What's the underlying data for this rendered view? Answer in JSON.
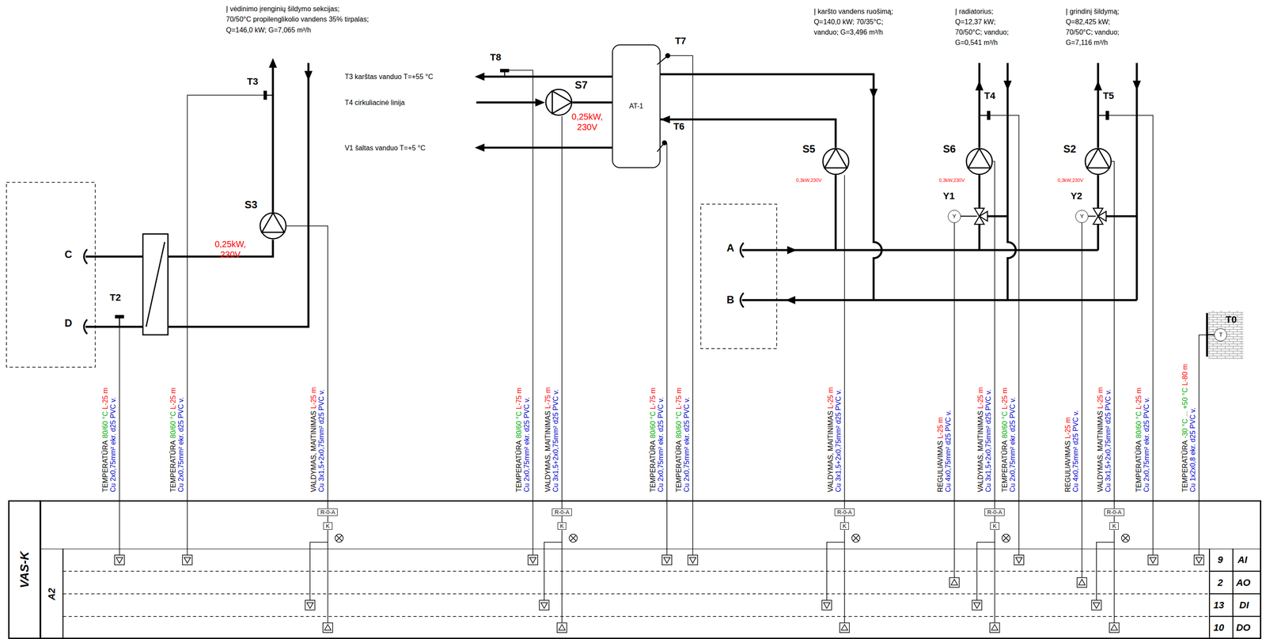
{
  "diagram": {
    "nodes": [
      {
        "text": [
          "AT-1"
        ]
      },
      {
        "text": [
          "S7",
          "0,25kW, 230V"
        ]
      },
      {
        "text": [
          "S3",
          "0,25kW, 230V"
        ]
      },
      {
        "text": [
          "S5",
          "0,3kW,230V"
        ]
      },
      {
        "text": [
          "S6",
          "0,3kW,230V"
        ]
      },
      {
        "text": [
          "S2",
          "0,3kW,230V"
        ]
      },
      {
        "text": [
          "Y1",
          "Y"
        ]
      },
      {
        "text": [
          "Y2",
          "Y"
        ]
      },
      {
        "text": [
          "T0",
          "T"
        ]
      },
      {
        "text": [
          "VAS-K"
        ]
      },
      {
        "text": [
          "R-0-A"
        ],
        "in": 9
      },
      {
        "text": [
          "K"
        ],
        "in": 9
      },
      {
        "text": [
          "R-0-A"
        ],
        "in": 9
      },
      {
        "text": [
          "K"
        ],
        "in": 9
      },
      {
        "text": [
          "R-0-A"
        ],
        "in": 9
      },
      {
        "text": [
          "K"
        ],
        "in": 9
      },
      {
        "text": [
          "R-0-A"
        ],
        "in": 9
      },
      {
        "text": [
          "K"
        ],
        "in": 9
      },
      {
        "text": [
          "R-0-A"
        ],
        "in": 9
      },
      {
        "text": [
          "K"
        ],
        "in": 9
      },
      {
        "text": [
          "A2"
        ],
        "in": 9
      }
    ],
    "edges": [
      {
        "from": 1,
        "to": 0,
        "arrow": "none"
      },
      {
        "from": 3,
        "to": 0,
        "arrow": "to"
      },
      {
        "from": 2,
        "to": 10,
        "arrow": "none"
      },
      {
        "from": 1,
        "to": 12,
        "arrow": "none"
      },
      {
        "from": 3,
        "to": 14,
        "arrow": "none"
      },
      {
        "from": 4,
        "to": 16,
        "arrow": "none"
      },
      {
        "from": 5,
        "to": 18,
        "arrow": "none"
      },
      {
        "from": 10,
        "to": 11,
        "arrow": "none"
      },
      {
        "from": 12,
        "to": 13,
        "arrow": "none"
      },
      {
        "from": 14,
        "to": 15,
        "arrow": "none"
      },
      {
        "from": 16,
        "to": 17,
        "arrow": "none"
      },
      {
        "from": 18,
        "to": 19,
        "arrow": "none"
      },
      {
        "from": 6,
        "to": 20,
        "arrow": "none"
      },
      {
        "from": 7,
        "to": 20,
        "arrow": "none"
      },
      {
        "from": 8,
        "to": 20,
        "arrow": "none"
      }
    ],
    "labels": [
      "Į vėdinimo įrenginių šildymo sekcijas;",
      "70/50°C propilenglikolio vandens 35% tirpalas;",
      "Q=146,0 kW; G=7,065 m³/h",
      "Į karšto vandens ruošimą; Q=140,0 kW; 70/35°C; vanduo; G=3,496 m³/h",
      "Į radiatorius; Q=12,37 kW; 70/50°C; vanduo; G=0,541 m³/h",
      "Į grindinį šildymą; Q=82,425 kW; 70/50°C; vanduo; G=7,116 m³/h",
      "T3 karštas vanduo T=+55 °C",
      "T4 cirkuliacinė linija",
      "V1 šaltas vanduo T=+5 °C",
      "T3",
      "T8",
      "T7",
      "T6",
      "T4",
      "T5",
      "T2",
      "C",
      "D",
      "A",
      "B",
      "TEMPERATŪRA",
      "80/60 °C",
      "L-25 m",
      "Cu 2x0,75mm² ekr. d25 PVC v.",
      "TEMPERATŪRA",
      "80/60 °C",
      "L-25 m",
      "Cu 2x0,75mm² ekr. d25 PVC v.",
      "VALDYMAS, MAITINIMAS",
      "L-25 m",
      "Cu 3x1,5+2x0,75mm² d25 PVC v.",
      "TEMPERATŪRA",
      "80/60 °C",
      "L-75 m",
      "Cu 2x0,75mm² ekr. d25 PVC v.",
      "VALDYMAS, MAITINIMAS",
      "L-75 m",
      "Cu 3x1,5+2x0,75mm² d25 PVC v.",
      "TEMPERATŪRA",
      "80/60 °C",
      "L-75 m",
      "Cu 2x0,75mm² ekr. d25 PVC v.",
      "TEMPERATŪRA",
      "80/60 °C",
      "L-75 m",
      "Cu 2x0,75mm² ekr. d25 PVC v.",
      "VALDYMAS, MAITINIMAS",
      "L-25 m",
      "Cu 3x1,5+2x0,75mm² d25 PVC v.",
      "REGULIAVIMAS",
      "L-25 m",
      "Cu 4x0,75mm² d25 PVC v.",
      "VALDYMAS, MAITINIMAS",
      "L-25 m",
      "Cu 3x1,5+2x0,75mm² d25 PVC v.",
      "TEMPERATŪRA",
      "80/60 °C",
      "L-25 m",
      "Cu 2x0,75mm² ekr. d25 PVC v.",
      "REGULIAVIMAS",
      "L-25 m",
      "Cu 4x0,75mm² d25 PVC v.",
      "VALDYMAS, MAITINIMAS",
      "L-25 m",
      "Cu 3x1,5+2x0,75mm² d25 PVC v.",
      "TEMPERATŪRA",
      "80/60 °C",
      "L-25 m",
      "Cu 2x0,75mm² ekr. d25 PVC v.",
      "TEMPERATŪRA",
      "-30 °C ... +50 °C",
      "L-80 m",
      "Cu 1x2x0,8 ekr. d25 PVC v.",
      "9",
      "AI",
      "2",
      "AO",
      "13",
      "DI",
      "10",
      "DO"
    ]
  }
}
